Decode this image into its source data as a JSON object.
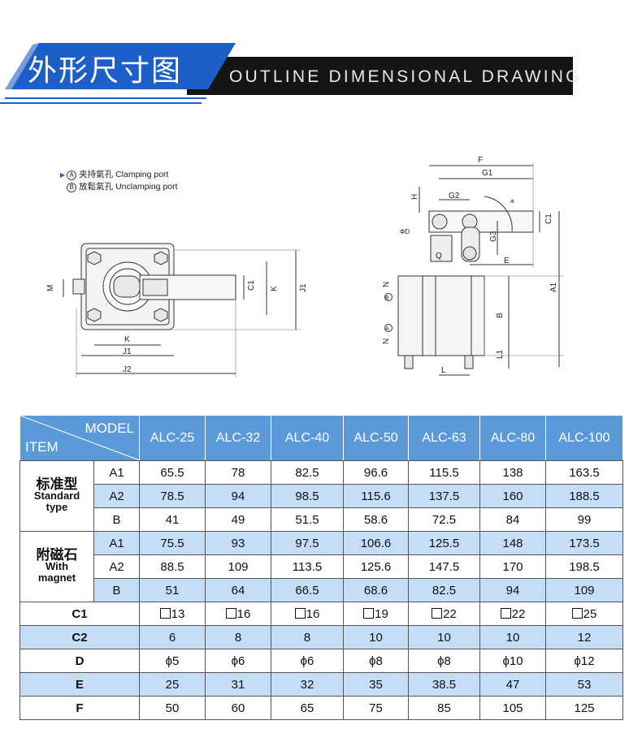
{
  "banner": {
    "title_cn": "外形尺寸图",
    "title_en": "OUTLINE DIMENSIONAL DRAWING"
  },
  "legend": {
    "items": [
      {
        "mark": "A",
        "text_cn": "夹持氣孔",
        "text_en": "Clamping port"
      },
      {
        "mark": "B",
        "text_cn": "放鬆氣孔",
        "text_en": "Unclamping port"
      }
    ]
  },
  "drawing_labels": {
    "left": {
      "M": "M",
      "C1": "C1",
      "K_v": "K",
      "J1_v": "J1",
      "K_h": "K",
      "J1_h": "J1",
      "J2": "J2"
    },
    "right": {
      "F": "F",
      "G1": "G1",
      "H": "H",
      "G2": "G2",
      "a": "a",
      "C1": "C1",
      "D": "ΦD",
      "G3": "G3",
      "Q": "Q",
      "E": "E",
      "N1": "N",
      "N2": "N",
      "B": "B",
      "A1": "A1",
      "L1": "L1",
      "L": "L",
      "portA": "A",
      "portB": "B"
    }
  },
  "table": {
    "corner_model": "MODEL",
    "corner_item": "ITEM",
    "models": [
      "ALC-25",
      "ALC-32",
      "ALC-40",
      "ALC-50",
      "ALC-63",
      "ALC-80",
      "ALC-100"
    ],
    "groups": [
      {
        "name_cn": "标准型",
        "name_en1": "Standard",
        "name_en2": "type",
        "rows": [
          {
            "label": "A1",
            "values": [
              "65.5",
              "78",
              "82.5",
              "96.6",
              "115.5",
              "138",
              "163.5"
            ]
          },
          {
            "label": "A2",
            "values": [
              "78.5",
              "94",
              "98.5",
              "115.6",
              "137.5",
              "160",
              "188.5"
            ]
          },
          {
            "label": "B",
            "values": [
              "41",
              "49",
              "51.5",
              "58.6",
              "72.5",
              "84",
              "99"
            ]
          }
        ]
      },
      {
        "name_cn": "附磁石",
        "name_en1": "With",
        "name_en2": "magnet",
        "rows": [
          {
            "label": "A1",
            "values": [
              "75.5",
              "93",
              "97.5",
              "106.6",
              "125.5",
              "148",
              "173.5"
            ]
          },
          {
            "label": "A2",
            "values": [
              "88.5",
              "109",
              "113.5",
              "125.6",
              "147.5",
              "170",
              "198.5"
            ]
          },
          {
            "label": "B",
            "values": [
              "51",
              "64",
              "66.5",
              "68.6",
              "82.5",
              "94",
              "109"
            ]
          }
        ]
      }
    ],
    "common_rows": [
      {
        "label": "C1",
        "prefix": "square",
        "values": [
          "13",
          "16",
          "16",
          "19",
          "22",
          "22",
          "25"
        ]
      },
      {
        "label": "C2",
        "prefix": "",
        "values": [
          "6",
          "8",
          "8",
          "10",
          "10",
          "10",
          "12"
        ]
      },
      {
        "label": "D",
        "prefix": "phi",
        "values": [
          "ϕ5",
          "ϕ6",
          "ϕ6",
          "ϕ8",
          "ϕ8",
          "ϕ10",
          "ϕ12"
        ]
      },
      {
        "label": "E",
        "prefix": "",
        "values": [
          "25",
          "31",
          "32",
          "35",
          "38.5",
          "47",
          "53"
        ]
      },
      {
        "label": "F",
        "prefix": "",
        "values": [
          "50",
          "60",
          "65",
          "75",
          "85",
          "105",
          "125"
        ]
      }
    ]
  },
  "colors": {
    "header_blue": "#5a9ad8",
    "row_blue": "#c5ddf6",
    "banner_dark": "#151515",
    "banner_blue": "#1d5fc8"
  }
}
